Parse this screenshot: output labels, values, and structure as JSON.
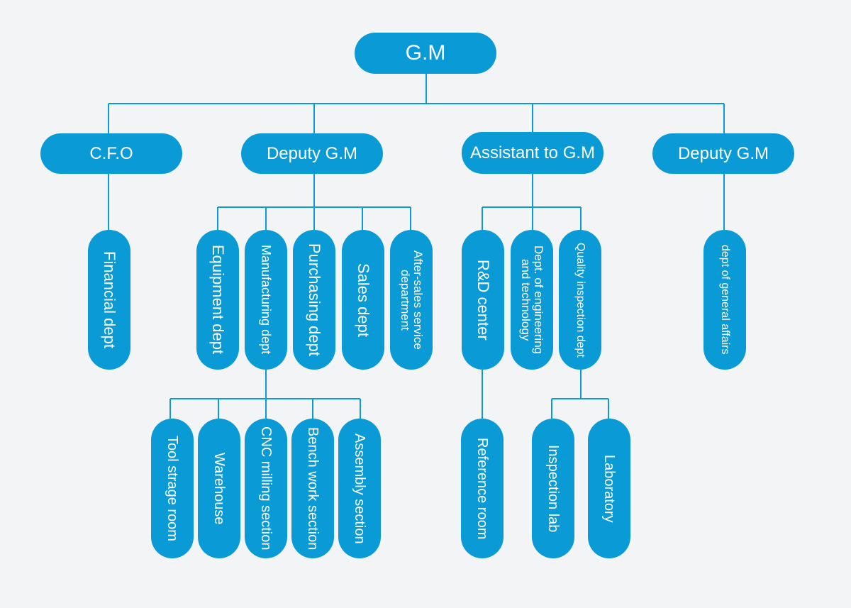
{
  "colors": {
    "node": "#0a9bd6",
    "line": "#0a9bd6",
    "background": "#f3f4f6"
  },
  "gm": "G.M",
  "level1": {
    "cfo": "C.F.O",
    "deputy_gm_1": "Deputy G.M",
    "assistant_gm": "Assistant to G.M",
    "deputy_gm_2": "Deputy G.M"
  },
  "cfo_children": {
    "financial": "Financial dept"
  },
  "deputy1_children": {
    "equipment": "Equipment dept",
    "manufacturing": "Manufacturing dept",
    "purchasing": "Purchasing dept",
    "sales": "Sales dept",
    "after_sales": "After-sales service department"
  },
  "manufacturing_children": {
    "tool_storage": "Tool strage room",
    "warehouse": "Warehouse",
    "cnc_milling": "CNC milling section",
    "bench_work": "Bench work section",
    "assembly": "Assembly section"
  },
  "assistant_children": {
    "rd_center": "R&D center",
    "engineering": "Dept. of engineering and technology",
    "quality": "Quality inspection dept"
  },
  "rd_children": {
    "reference": "Reference room"
  },
  "quality_children": {
    "inspection_lab": "Inspection lab",
    "laboratory": "Laboratory"
  },
  "deputy2_children": {
    "general_affairs": "dept of general affairs"
  }
}
